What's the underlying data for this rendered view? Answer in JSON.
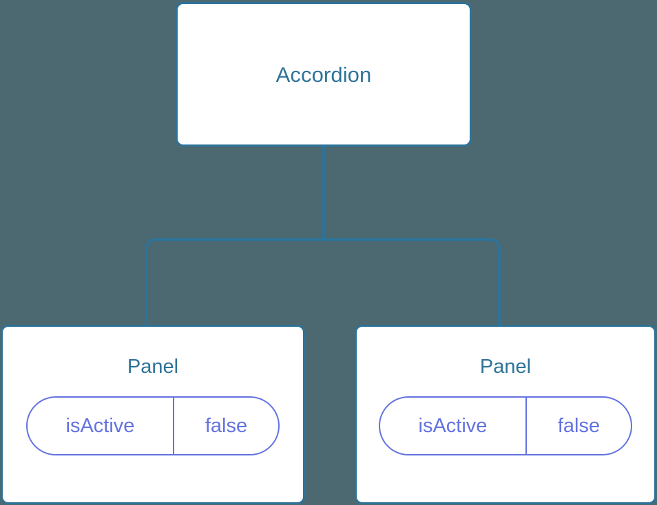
{
  "diagram": {
    "type": "component-tree",
    "background_color": "#4c6870",
    "node_border_color": "#2e7399",
    "node_fill_color": "#ffffff",
    "node_text_color": "#2e7399",
    "connector_color": "#2e7399",
    "prop_color": "#6372e0"
  },
  "root": {
    "label": "Accordion"
  },
  "children": [
    {
      "label": "Panel",
      "props": [
        {
          "key": "isActive",
          "value": "false"
        }
      ]
    },
    {
      "label": "Panel",
      "props": [
        {
          "key": "isActive",
          "value": "false"
        }
      ]
    }
  ]
}
